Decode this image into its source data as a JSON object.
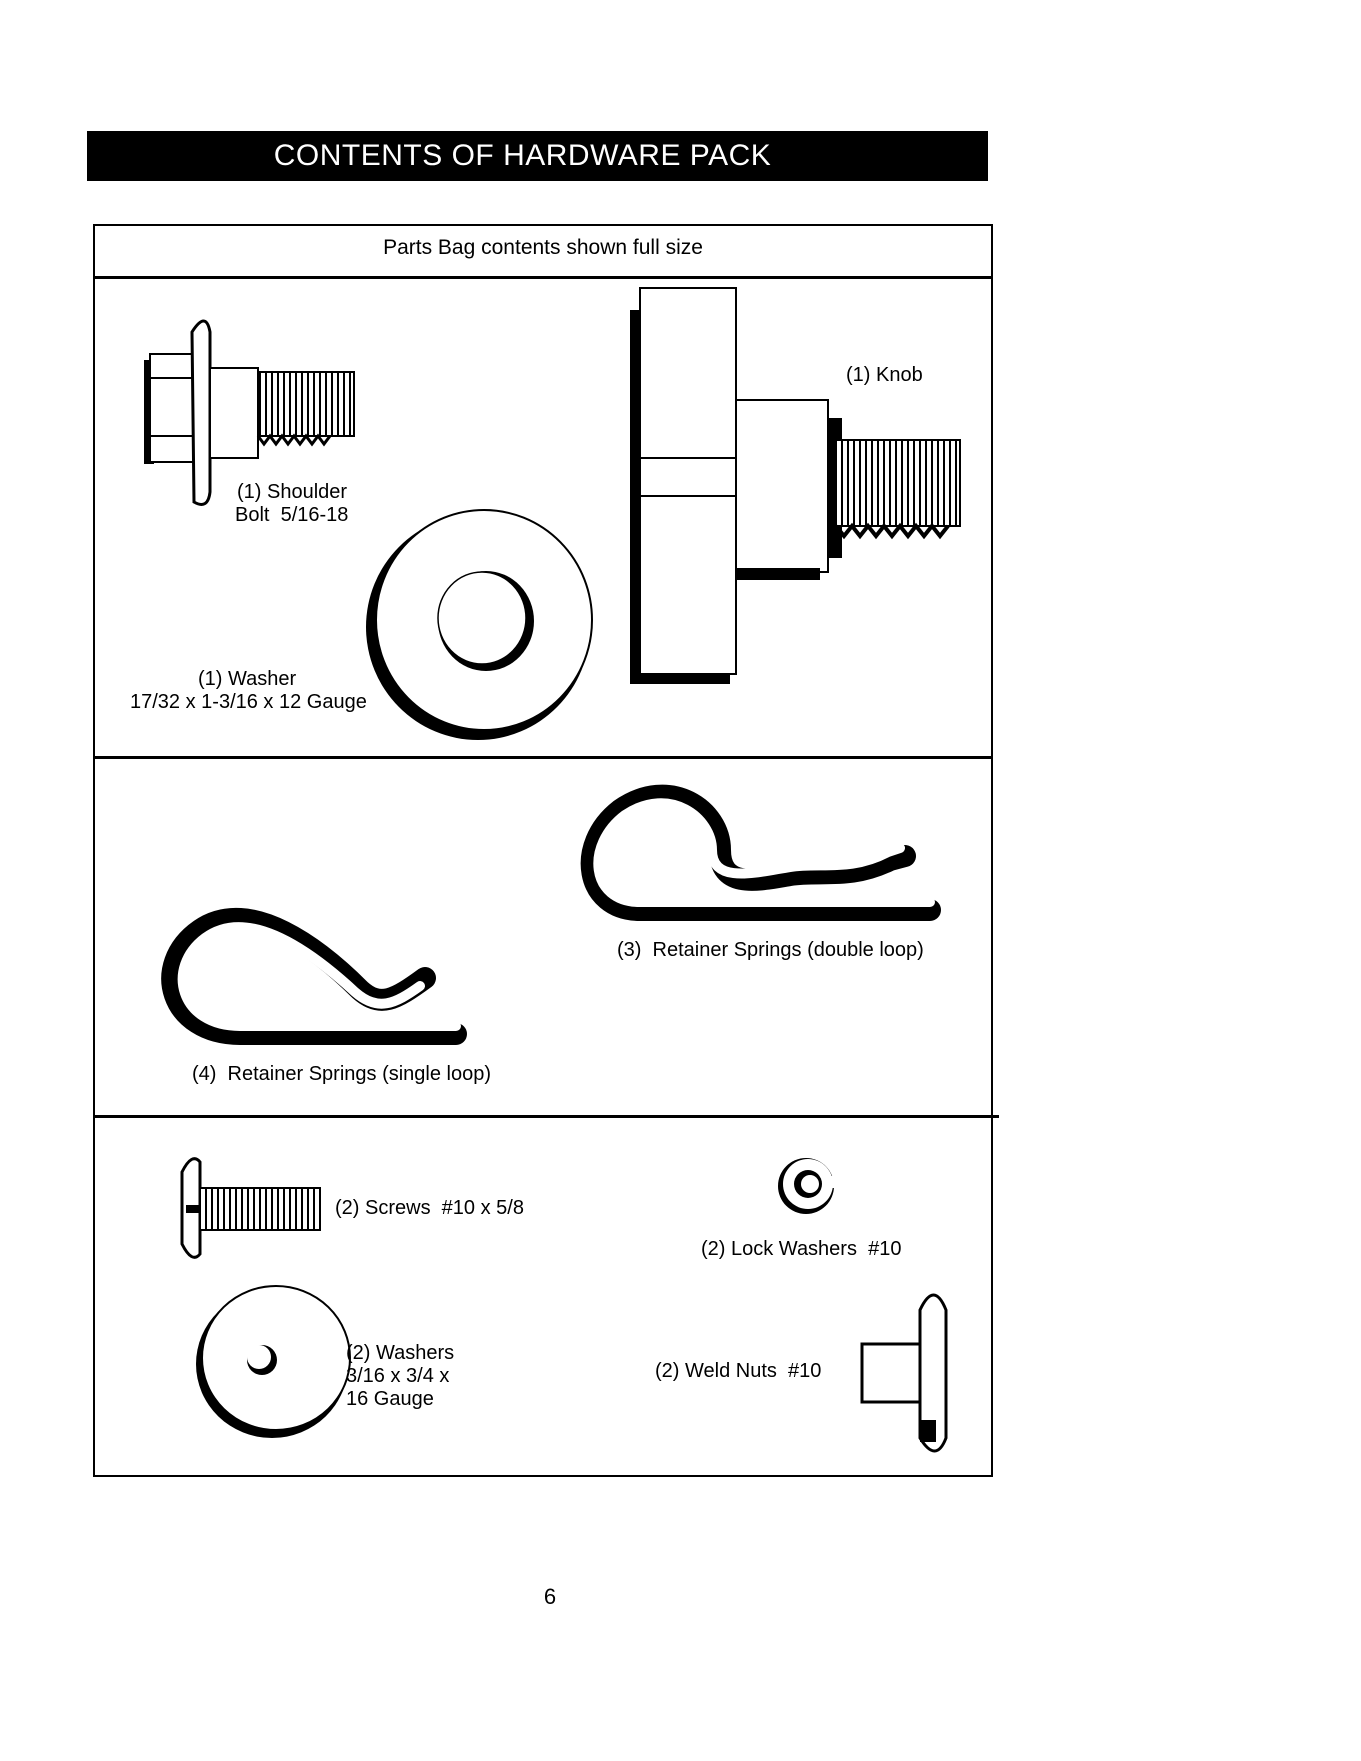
{
  "header": {
    "title": "CONTENTS OF HARDWARE PACK"
  },
  "panel": {
    "subtitle": "Parts Bag contents shown full size",
    "parts": {
      "shoulder_bolt": {
        "line1": "(1) Shoulder",
        "line2": "Bolt  5/16-18"
      },
      "knob": {
        "label": "(1) Knob"
      },
      "washer_large": {
        "line1": "(1) Washer",
        "line2": "17/32 x 1-3/16 x 12 Gauge"
      },
      "retainer_double": {
        "label": "(3)  Retainer Springs (double loop)"
      },
      "retainer_single": {
        "label": "(4)  Retainer Springs (single loop)"
      },
      "screws": {
        "label": "(2) Screws  #10 x 5/8"
      },
      "lock_washers": {
        "label": "(2) Lock Washers  #10"
      },
      "washers_small": {
        "line1": "(2) Washers",
        "line2": "3/16 x 3/4 x",
        "line3": "16 Gauge"
      },
      "weld_nuts": {
        "label": "(2) Weld Nuts  #10"
      }
    }
  },
  "footer": {
    "page_number": "6"
  }
}
